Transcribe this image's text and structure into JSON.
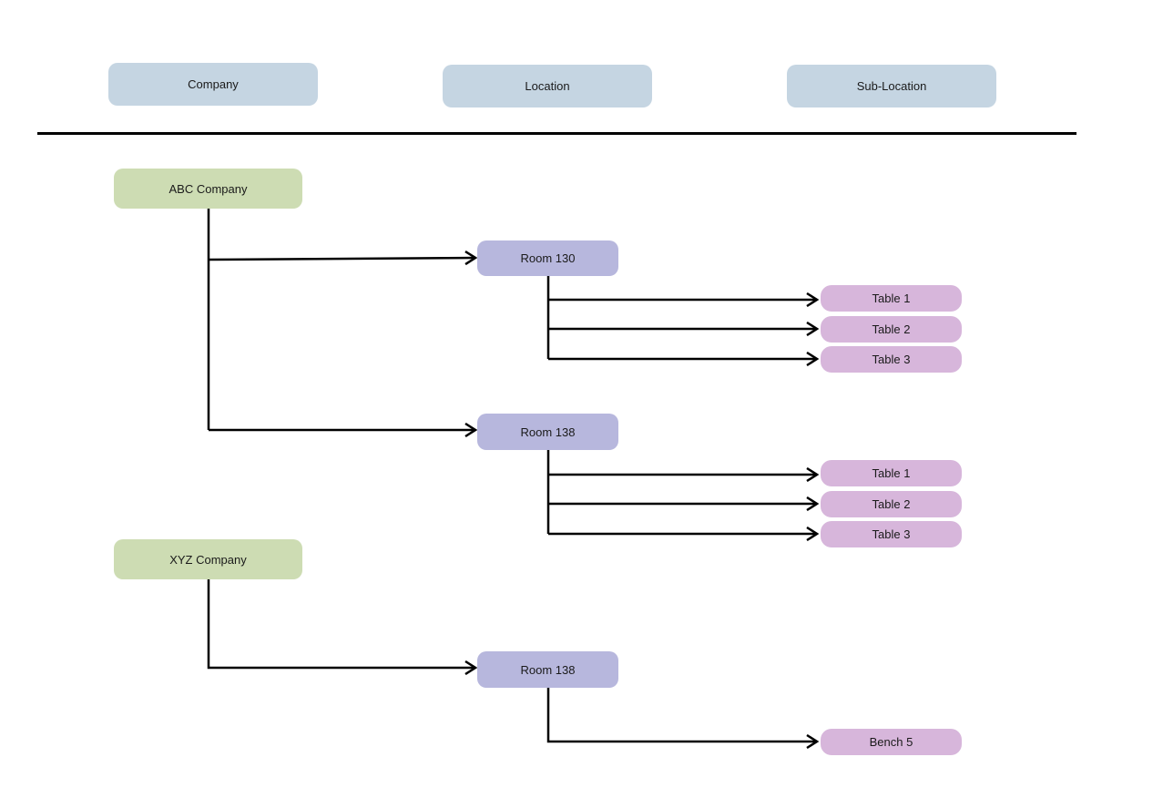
{
  "headers": {
    "company": "Company",
    "location": "Location",
    "sub_location": "Sub-Location"
  },
  "companies": [
    {
      "name": "ABC Company",
      "locations": [
        {
          "name": "Room 130",
          "sub_locations": [
            "Table 1",
            "Table 2",
            "Table 3"
          ]
        },
        {
          "name": "Room 138",
          "sub_locations": [
            "Table 1",
            "Table 2",
            "Table 3"
          ]
        }
      ]
    },
    {
      "name": "XYZ Company",
      "locations": [
        {
          "name": "Room 138",
          "sub_locations": [
            "Bench 5"
          ]
        }
      ]
    }
  ],
  "colors": {
    "header_fill": "#c5d5e2",
    "company_fill": "#cddcb3",
    "location_fill": "#b7b7dd",
    "sub_location_fill": "#d7b6db",
    "connector": "#000000"
  }
}
